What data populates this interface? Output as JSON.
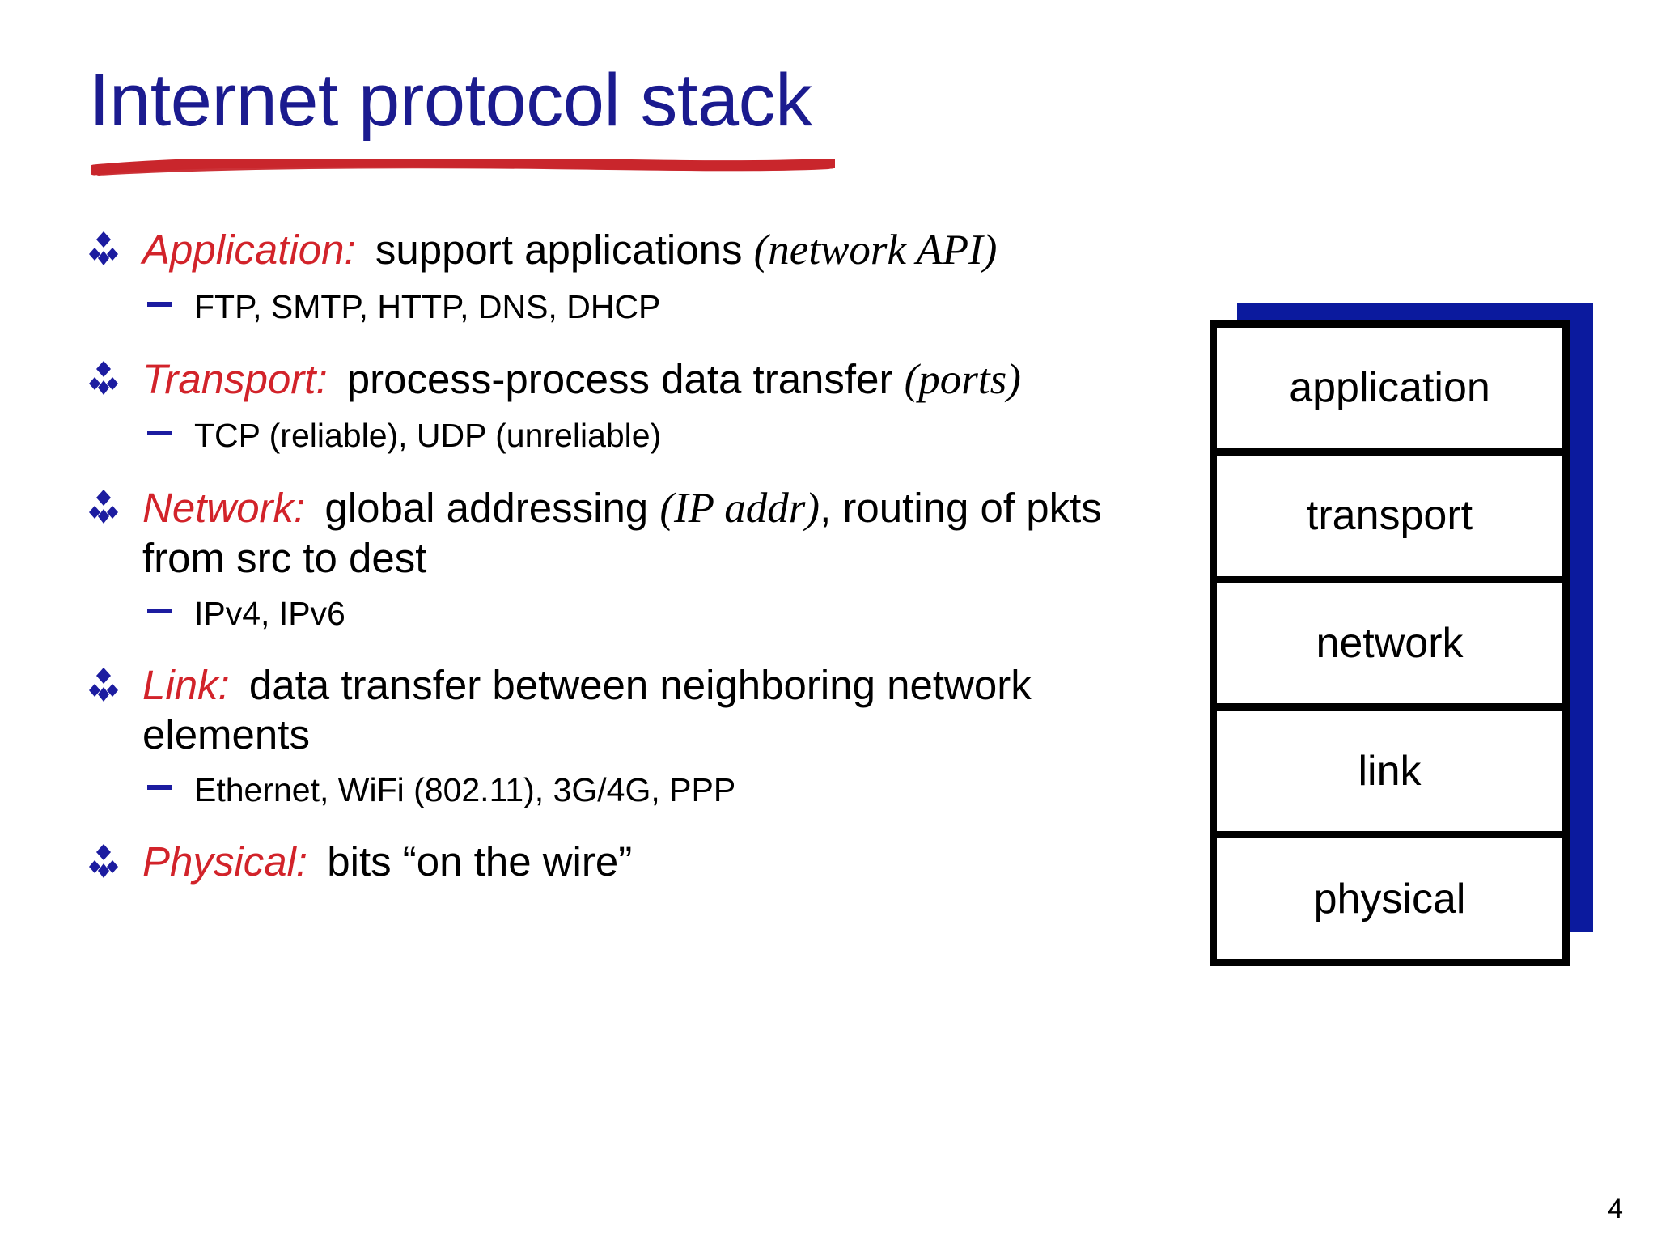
{
  "slide": {
    "title": "Internet protocol stack",
    "title_color": "#1b1b8f",
    "underline_color": "#c9262c",
    "page_number": "4"
  },
  "bullets": [
    {
      "keyword": "Application:",
      "text": " support applications ",
      "paren": "(network API)",
      "sub": "FTP, SMTP, HTTP, DNS, DHCP"
    },
    {
      "keyword": "Transport:",
      "text": " process-process data transfer ",
      "paren": "(ports)",
      "sub": "TCP (reliable), UDP (unreliable)"
    },
    {
      "keyword": "Network:",
      "text": " global addressing ",
      "paren": "(IP addr)",
      "text_after": ", routing of pkts from src to dest",
      "sub": "IPv4, IPv6"
    },
    {
      "keyword": "Link:",
      "text": " data transfer between neighboring network elements",
      "sub": "Ethernet, WiFi (802.11), 3G/4G, PPP"
    },
    {
      "keyword": "Physical:",
      "text": " bits “on the wire”"
    }
  ],
  "stack_diagram": {
    "layers": [
      "application",
      "transport",
      "network",
      "link",
      "physical"
    ],
    "border_color": "#000000",
    "shadow_color": "#0b1a9e",
    "fill_color": "#ffffff"
  },
  "icons": {
    "bullet_diamond": "diamond-cluster-bullet-icon",
    "sub_dash": "dash-bullet-icon"
  }
}
